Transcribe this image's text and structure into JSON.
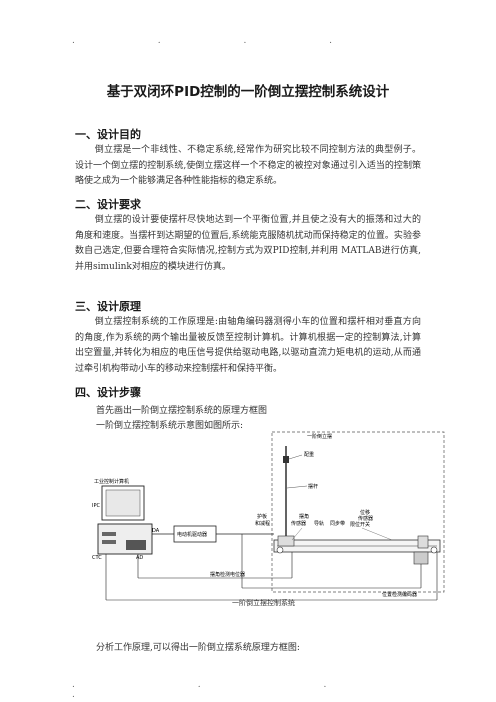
{
  "header_dots": ". . . .",
  "footer_dots": ". . . .",
  "title": "基于双闭环PID控制的一阶倒立摆控制系统设计",
  "sections": [
    {
      "heading": "一、设计目的",
      "body": "倒立摆是一个非线性、不稳定系统,经常作为研究比较不同控制方法的典型例子。设计一个倒立摆的控制系统,使倒立摆这样一个不稳定的被控对象通过引入适当的控制策略使之成为一个能够满足各种性能指标的稳定系统。"
    },
    {
      "heading": "二、设计要求",
      "body": "倒立摆的设计要使摆杆尽快地达到一个平衡位置,并且使之没有大的振荡和过大的角度和速度。当摆杆到达期望的位置后,系统能克服随机扰动而保持稳定的位置。实验参数自己选定,但要合理符合实际情况,控制方式为双PID控制,并利用 MATLAB进行仿真,并用simulink对相应的模块进行仿真。"
    },
    {
      "heading": "三、设计原理",
      "body": "倒立摆控制系统的工作原理是:由轴角编码器测得小车的位置和摆杆相对垂直方向的角度,作为系统的两个输出量被反馈至控制计算机。计算机根据一定的控制算法,计算出空置量,并转化为相应的电压信号提供给驱动电路,以驱动直流力矩电机的运动,从而通过牵引机构带动小车的移动来控制摆杆和保持平衡。"
    },
    {
      "heading": "四、设计步骤"
    }
  ],
  "step_lines": [
    "首先画出一阶倒立摆控制系统的原理方框图",
    "一阶倒立摆控制系统示意图如图所示:"
  ],
  "figure": {
    "labels": {
      "pendulum": "一阶倒立摆",
      "weight": "配重",
      "rod": "摆杆",
      "computer": "工业控制计算机",
      "ipc": "IPC",
      "da": "DA",
      "ad": "AD",
      "ctc": "CTC",
      "driver": "电动机驱动器",
      "guard": "护板",
      "limit_switch": "和减程",
      "angle_sensor": "摆角",
      "sensor": "传感器",
      "guide": "导轨",
      "pulley": "同步带",
      "position": "位移",
      "position_sensor": "传感器",
      "limit": "限位开关",
      "angle_pot": "摆角检测电位器",
      "encoder": "位置检测编码器",
      "caption": "一阶倒立摆控制系统"
    }
  },
  "final_line": "分析工作原理,可以得出一阶倒立摆系统原理方框图:"
}
